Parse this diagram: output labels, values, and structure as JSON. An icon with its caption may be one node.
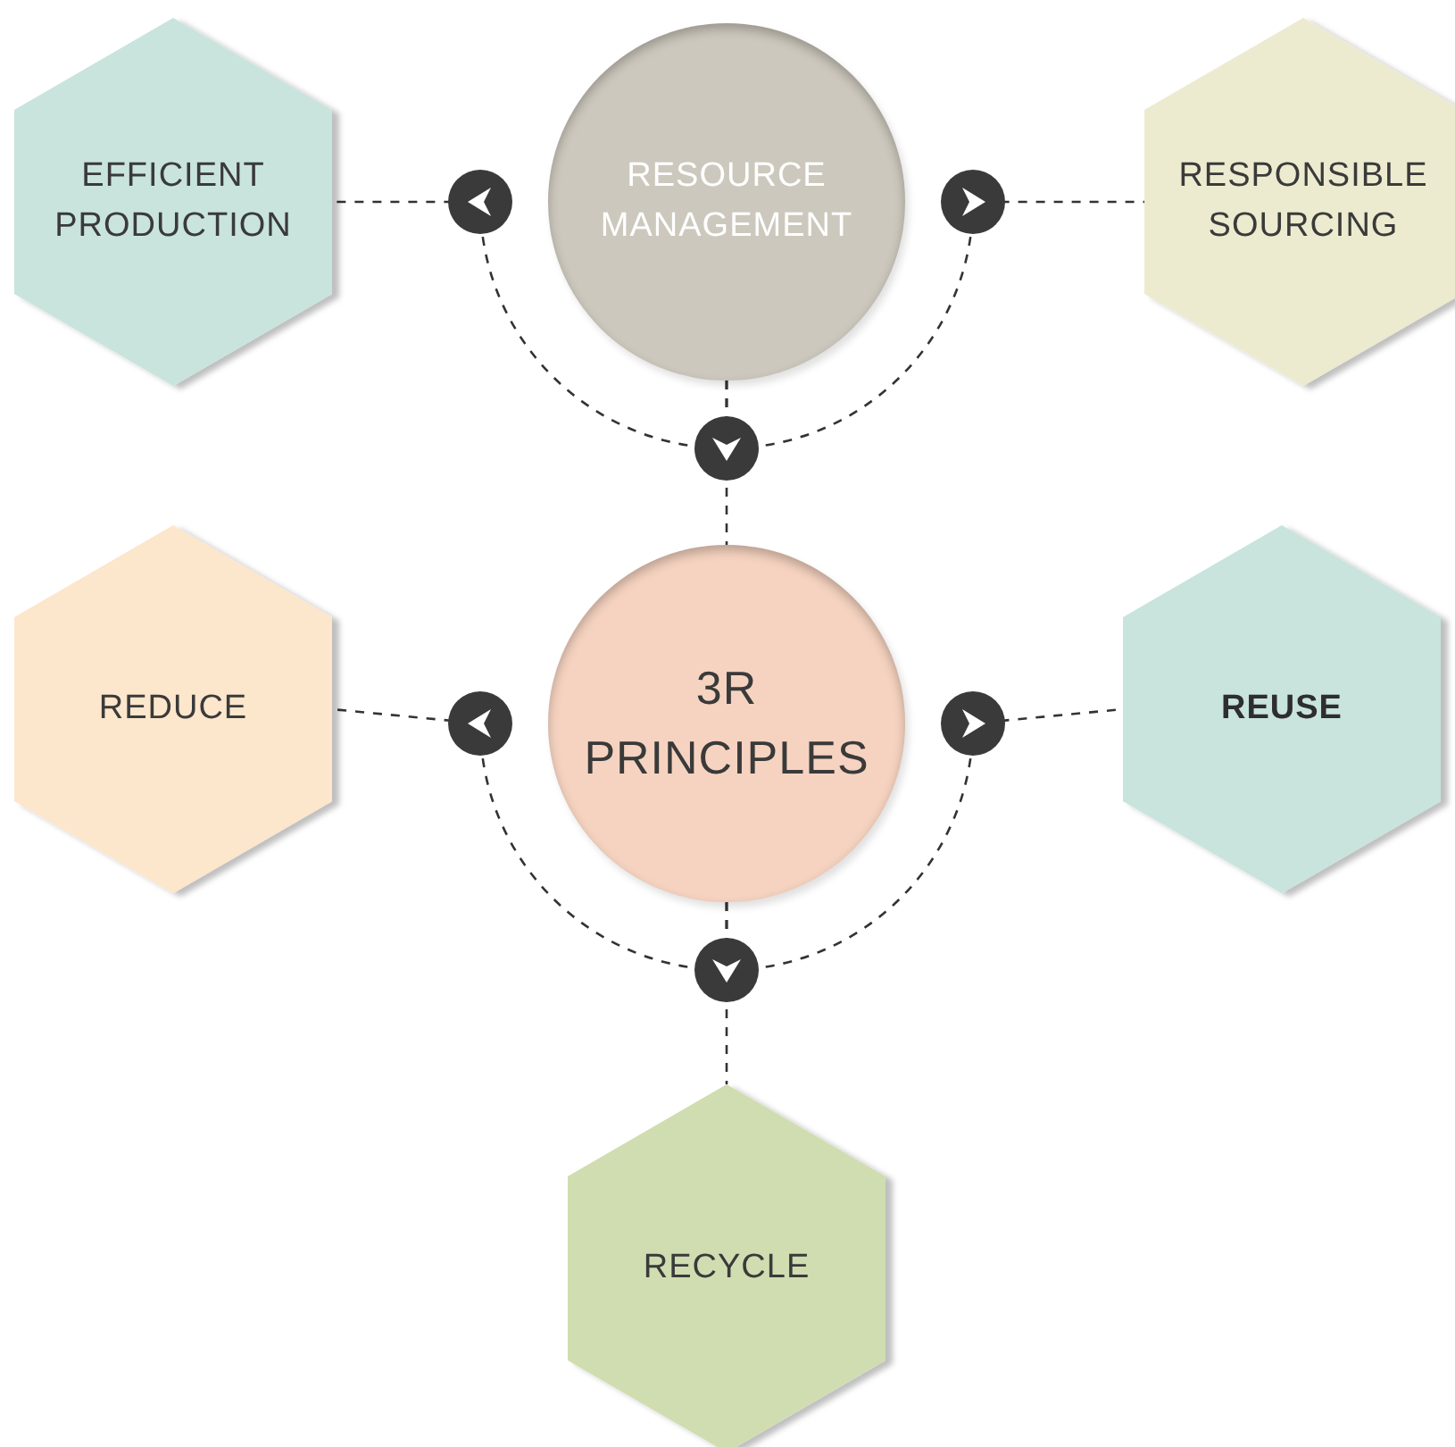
{
  "diagram": {
    "nodes": [
      {
        "text": [
          "RESOURCE MANAGEMENT"
        ]
      },
      {
        "text": [
          "EFFICIENT PRODUCTION"
        ]
      },
      {
        "text": [
          "RESPONSIBLE SOURCING"
        ]
      },
      {
        "text": [
          "3R PRINCIPLES"
        ]
      },
      {
        "text": [
          "REDUCE"
        ]
      },
      {
        "text": [
          "REUSE"
        ]
      },
      {
        "text": [
          "RECYCLE"
        ]
      }
    ],
    "edges": [
      {
        "from": 0,
        "to": 1,
        "arrow": "to",
        "style": "dashed"
      },
      {
        "from": 0,
        "to": 2,
        "arrow": "to",
        "style": "dashed"
      },
      {
        "from": 0,
        "to": 3,
        "arrow": "to",
        "style": "dashed"
      },
      {
        "from": 3,
        "to": 4,
        "arrow": "to",
        "style": "dashed"
      },
      {
        "from": 3,
        "to": 5,
        "arrow": "to",
        "style": "dashed"
      },
      {
        "from": 3,
        "to": 6,
        "arrow": "to",
        "style": "dashed"
      }
    ]
  }
}
